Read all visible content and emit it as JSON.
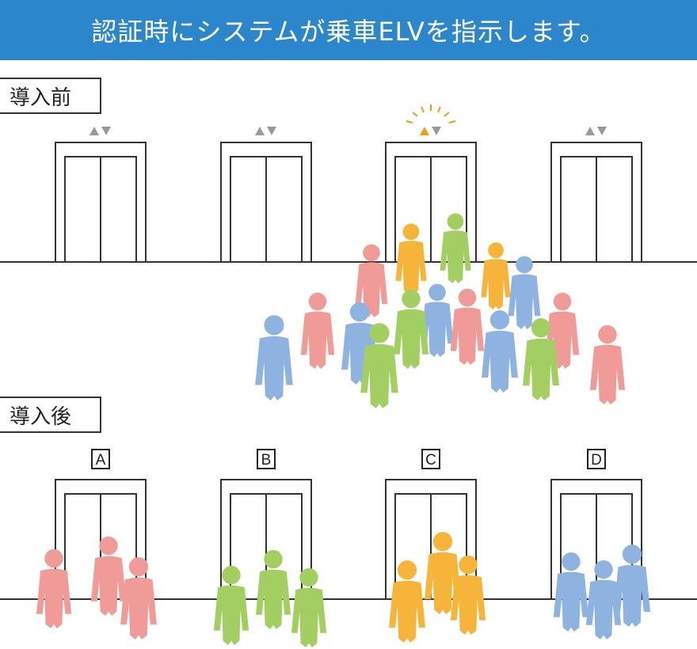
{
  "header": {
    "title": "認証時にシステムが乗車ELVを指示します。"
  },
  "before": {
    "label": "導入前",
    "indicators": [
      "▲▼",
      "▲▼",
      "▲▼",
      "▲▼"
    ],
    "active_elevator": 3
  },
  "after": {
    "label": "導入後",
    "elevators": [
      {
        "id": "A",
        "group_color": "#f09b98"
      },
      {
        "id": "B",
        "group_color": "#a3cf62"
      },
      {
        "id": "C",
        "group_color": "#f6b53a"
      },
      {
        "id": "D",
        "group_color": "#8fb3e0"
      }
    ]
  },
  "colors": {
    "banner": "#2b86cc",
    "pink": "#f09b98",
    "green": "#a3cf62",
    "orange": "#f6b53a",
    "blue": "#8fb3e0",
    "indicator_gray": "#999999",
    "indicator_active": "#f39c12"
  }
}
